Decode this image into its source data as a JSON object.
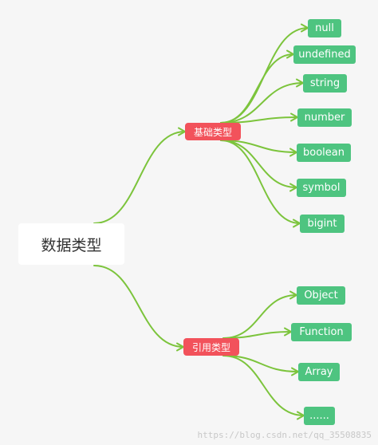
{
  "root": {
    "label": "数据类型"
  },
  "branches": [
    {
      "label": "基础类型",
      "children": [
        "null",
        "undefined",
        "string",
        "number",
        "boolean",
        "symbol",
        "bigint"
      ]
    },
    {
      "label": "引用类型",
      "children": [
        "Object",
        "Function",
        "Array",
        "......"
      ]
    }
  ],
  "watermark": "https://blog.csdn.net/qq_35508835",
  "colors": {
    "background": "#f6f6f6",
    "root_box": "#ffffff",
    "branch_box": "#f2525b",
    "leaf_box": "#4ec480",
    "connector": "#7cc43c"
  }
}
